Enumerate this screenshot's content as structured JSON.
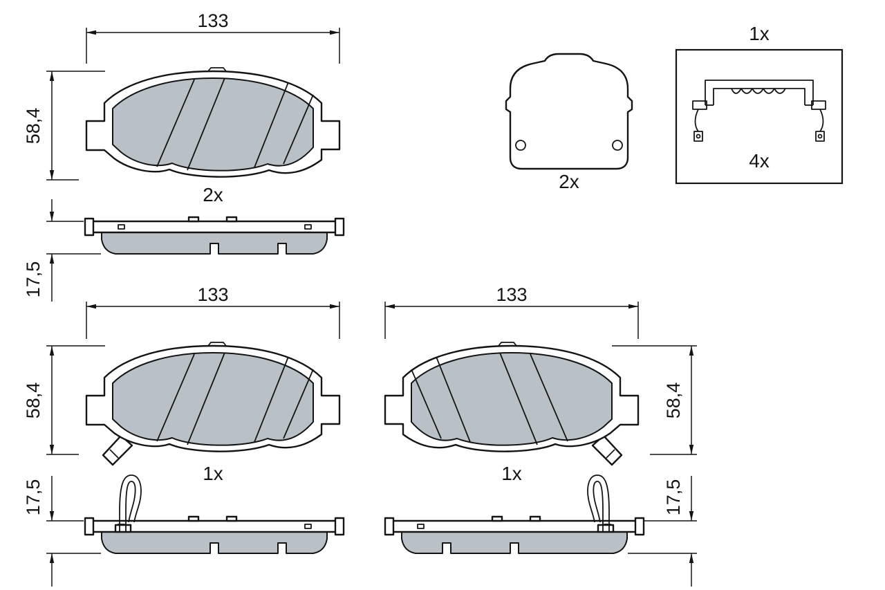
{
  "colors": {
    "line": "#141414",
    "pad_fill": "#b9c0c6",
    "background": "#ffffff"
  },
  "views": {
    "top_pad": {
      "width": "133",
      "height": "58,4",
      "thickness": "17,5",
      "quantity": "2x"
    },
    "carrier_plate": {
      "quantity": "2x"
    },
    "accessory_kit": {
      "kit_quantity": "1x",
      "clip_quantity": "4x"
    },
    "left_pad": {
      "width": "133",
      "height": "58,4",
      "thickness": "17,5",
      "quantity": "1x"
    },
    "right_pad": {
      "width": "133",
      "height": "58,4",
      "thickness": "17,5",
      "quantity": "1x"
    }
  }
}
